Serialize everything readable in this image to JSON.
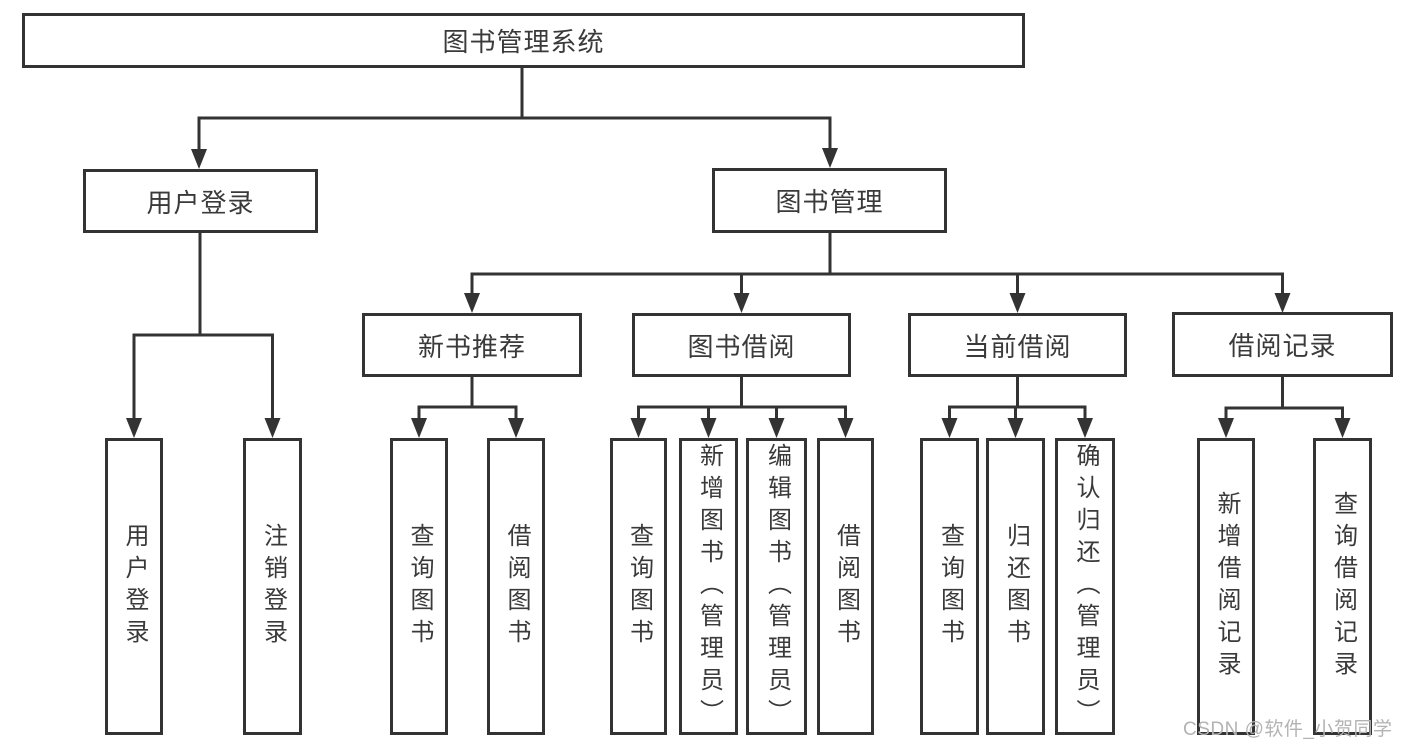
{
  "diagram": {
    "title": "图书管理系统",
    "root": {
      "label": "图书管理系统"
    },
    "branches": [
      {
        "label": "用户登录",
        "children": [
          {
            "label": "用户登录"
          },
          {
            "label": "注销登录"
          }
        ]
      },
      {
        "label": "图书管理",
        "children": [
          {
            "label": "新书推荐",
            "children": [
              {
                "label": "查询图书"
              },
              {
                "label": "借阅图书"
              }
            ]
          },
          {
            "label": "图书借阅",
            "children": [
              {
                "label": "查询图书"
              },
              {
                "label": "新增图书（管理员）"
              },
              {
                "label": "编辑图书（管理员）"
              },
              {
                "label": "借阅图书"
              }
            ]
          },
          {
            "label": "当前借阅",
            "children": [
              {
                "label": "查询图书"
              },
              {
                "label": "归还图书"
              },
              {
                "label": "确认归还（管理员）"
              }
            ]
          },
          {
            "label": "借阅记录",
            "children": [
              {
                "label": "新增借阅记录"
              },
              {
                "label": "查询借阅记录"
              }
            ]
          }
        ]
      }
    ]
  },
  "watermark": {
    "text": "CSDN @软件_小贺同学"
  },
  "colors": {
    "line": "#333333",
    "text": "#3a3a3a",
    "background": "#ffffff",
    "watermark": "#b3b3b3"
  }
}
